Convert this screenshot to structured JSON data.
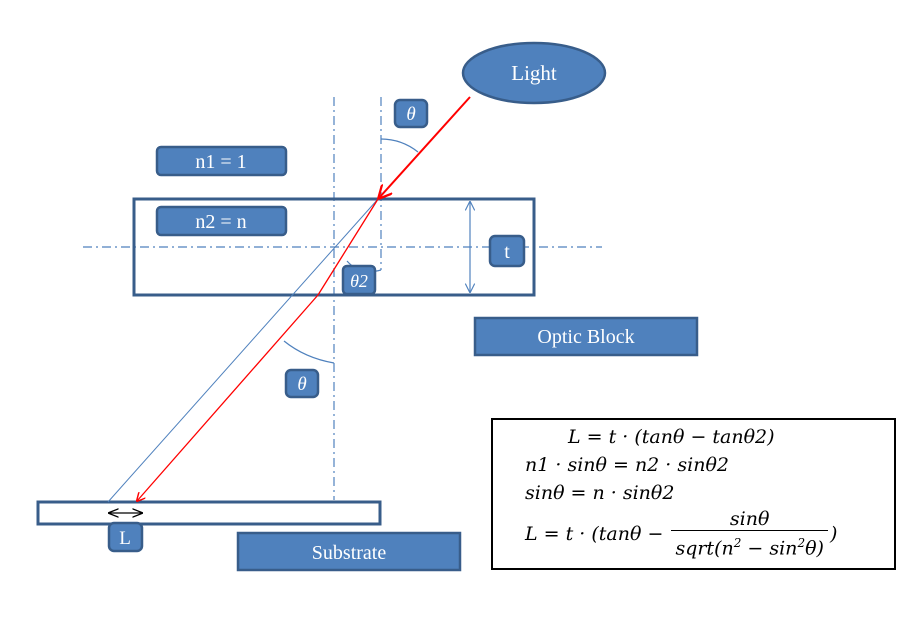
{
  "colors": {
    "box_fill": "#4f81bd",
    "box_stroke": "#385d8a",
    "ray": "#ff0000",
    "thin_line": "#4f81bd",
    "text_on_box": "#ffffff"
  },
  "labels": {
    "light": "Light",
    "theta_incident": "θ",
    "n1": "n1 = 1",
    "n2": "n2 = n",
    "thickness": "t",
    "theta2": "θ2",
    "optic_block": "Optic Block",
    "theta_exit": "θ",
    "L": "L",
    "substrate": "Substrate"
  },
  "formulas": {
    "line1": "L = t · (tanθ − tanθ2)",
    "line2": "n1 · sinθ = n2 · sinθ2",
    "line3": "sinθ = n · sinθ2",
    "line4_prefix": "L = t · (tanθ −",
    "line4_numerator": "sinθ",
    "line4_denominator_pre": "sqrt(n",
    "line4_denominator_sup1": "2",
    "line4_denominator_mid": " − sin",
    "line4_denominator_sup2": "2",
    "line4_denominator_post": "θ)",
    "line4_suffix": ")"
  }
}
